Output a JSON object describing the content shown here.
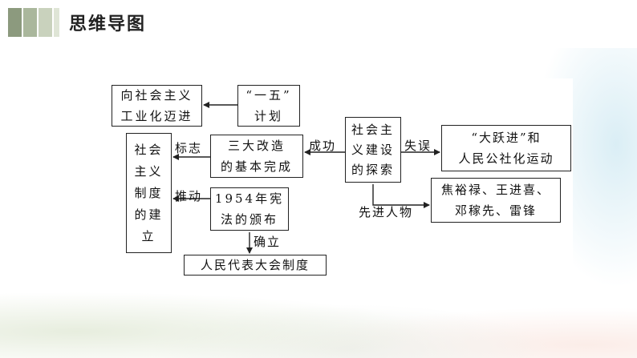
{
  "header": {
    "title": "思维导图"
  },
  "nodes": {
    "industrialization": "向社会主义\n工业化迈进",
    "first_five_year_plan": "“一五”\n计划",
    "three_reforms": "三大改造\n的基本完成",
    "constitution_1954": "1954年宪\n法的颁布",
    "socialist_system": "社会\n主义\n制度\n的建\n立",
    "socialist_exploration": "社会主\n义建设\n的探索",
    "great_leap": "“大跃进”和\n人民公社化运动",
    "role_models": "焦裕禄、王进喜、\n邓稼先、雷锋",
    "peoples_congress": "人民代表大会制度"
  },
  "labels": {
    "success": "成功",
    "mistake": "失误",
    "symbol": "标志",
    "promote": "推动",
    "establish": "确立",
    "pioneers": "先进人物"
  }
}
